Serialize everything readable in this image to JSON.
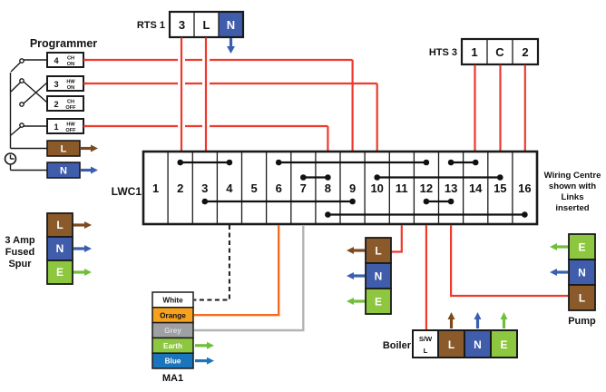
{
  "programmer": {
    "title": "Programmer",
    "channels": [
      {
        "num": "4",
        "fn": "CH",
        "state": "ON"
      },
      {
        "num": "3",
        "fn": "HW",
        "state": "ON"
      },
      {
        "num": "2",
        "fn": "CH",
        "state": "OFF"
      },
      {
        "num": "1",
        "fn": "HW",
        "state": "OFF"
      }
    ],
    "live": "L",
    "neutral": "N"
  },
  "rts1": {
    "label": "RTS 1",
    "terminals": [
      "3",
      "L",
      "N"
    ]
  },
  "hts3": {
    "label": "HTS 3",
    "terminals": [
      "1",
      "C",
      "2"
    ]
  },
  "lwc1": {
    "label": "LWC1",
    "terminals": [
      "1",
      "2",
      "3",
      "4",
      "5",
      "6",
      "7",
      "8",
      "9",
      "10",
      "11",
      "12",
      "13",
      "14",
      "15",
      "16"
    ],
    "links": [
      [
        2,
        4
      ],
      [
        6,
        12
      ],
      [
        13,
        14
      ],
      [
        7,
        8
      ],
      [
        10,
        15
      ],
      [
        3,
        9
      ],
      [
        12,
        13
      ],
      [
        8,
        16
      ]
    ],
    "note_lines": [
      "Wiring Centre",
      "shown with",
      "Links",
      "inserted"
    ]
  },
  "fused_spur": {
    "label_lines": [
      "3 Amp",
      "Fused",
      "Spur"
    ],
    "terminals": [
      "L",
      "N",
      "E"
    ]
  },
  "ma1": {
    "label": "MA1",
    "wires": [
      "White",
      "Orange",
      "Grey",
      "Earth",
      "Blue"
    ]
  },
  "aux_block": {
    "terminals": [
      "L",
      "N",
      "E"
    ]
  },
  "boiler": {
    "label": "Boiler",
    "switch_live_lines": [
      "S/W",
      "L"
    ],
    "terminals": [
      "L",
      "N",
      "E"
    ]
  },
  "pump": {
    "label": "Pump",
    "terminals": [
      "E",
      "N",
      "L"
    ]
  },
  "colors": {
    "wire_red": "#ee392c",
    "wire_orange": "#f26c23",
    "wire_grey": "#b1b3b6",
    "live_brown": "#8a5a2b",
    "neutral_blue": "#3f5dab",
    "earth_green": "#8dc63f",
    "ma1_orange": "#f7a11c",
    "ma1_grey": "#9ea0a3",
    "ma1_blue": "#1b75bc"
  }
}
